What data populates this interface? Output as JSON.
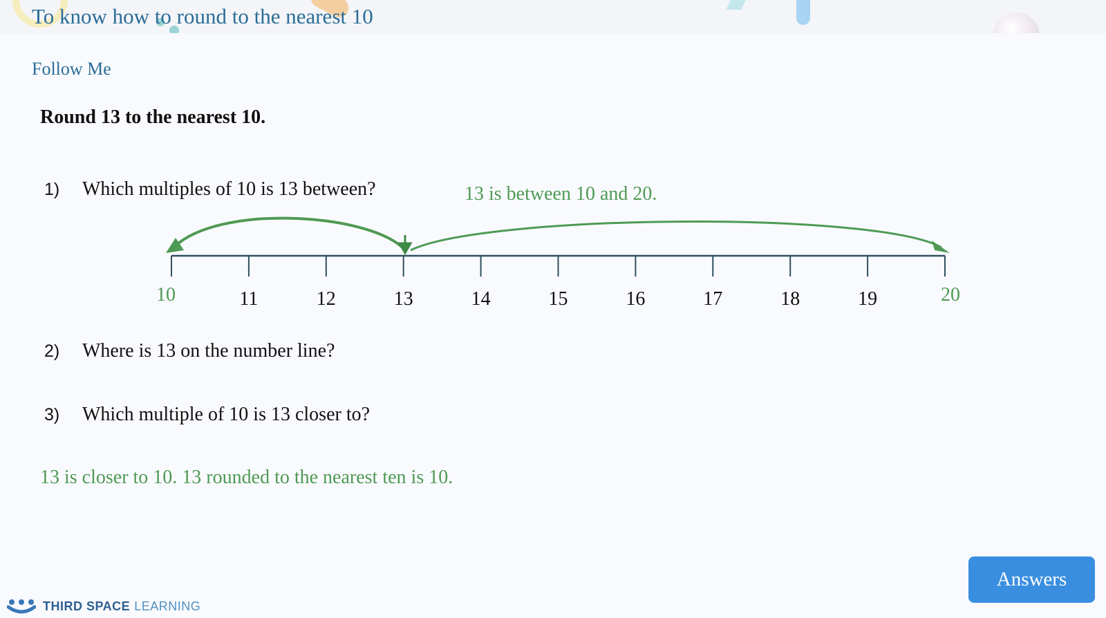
{
  "header": {
    "title": "To know how to round to the nearest 10"
  },
  "section_label": "Follow Me",
  "question": "Round 13 to the nearest 10.",
  "steps": [
    {
      "number": "1)",
      "text": "Which multiples of 10 is 13 between?"
    },
    {
      "number": "2)",
      "text": "Where is 13 on the number line?"
    },
    {
      "number": "3)",
      "text": "Which multiple of 10 is 13 closer to?"
    }
  ],
  "answers_shown": {
    "step1": "13 is between 10 and 20.",
    "step3": "13 is closer to 10. 13 rounded to the nearest ten is 10."
  },
  "number_line": {
    "start": 10,
    "end": 20,
    "marked_value": 13,
    "highlighted_labels": [
      "10",
      "20"
    ],
    "labels": [
      "10",
      "11",
      "12",
      "13",
      "14",
      "15",
      "16",
      "17",
      "18",
      "19",
      "20"
    ]
  },
  "answers_button": {
    "label": "Answers"
  },
  "brand": {
    "bold": "THIRD SPACE",
    "light": "LEARNING",
    "icon": "tsl-smile-logo-icon"
  },
  "colors": {
    "title_blue": "#2a6d97",
    "answer_green": "#4e9a54",
    "button_blue": "#3a8ee0",
    "line_dark": "#2f4f5f"
  }
}
